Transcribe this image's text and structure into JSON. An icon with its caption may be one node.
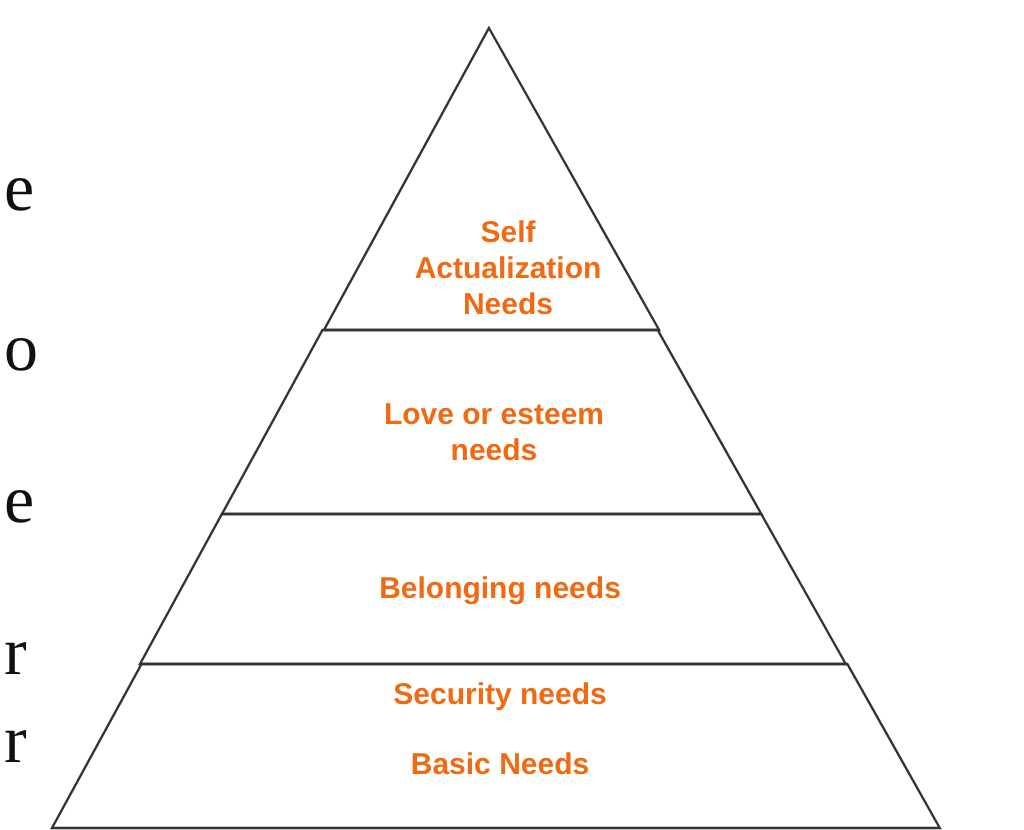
{
  "diagram": {
    "nodes": [
      {
        "text": [
          "Self Actualization Needs"
        ]
      },
      {
        "text": [
          "Love or esteem needs"
        ]
      },
      {
        "text": [
          "Belonging needs"
        ]
      },
      {
        "text": [
          "Security needs",
          "Basic Needs"
        ]
      }
    ],
    "labels": [
      "e",
      "o",
      "e",
      "r",
      "r"
    ]
  }
}
